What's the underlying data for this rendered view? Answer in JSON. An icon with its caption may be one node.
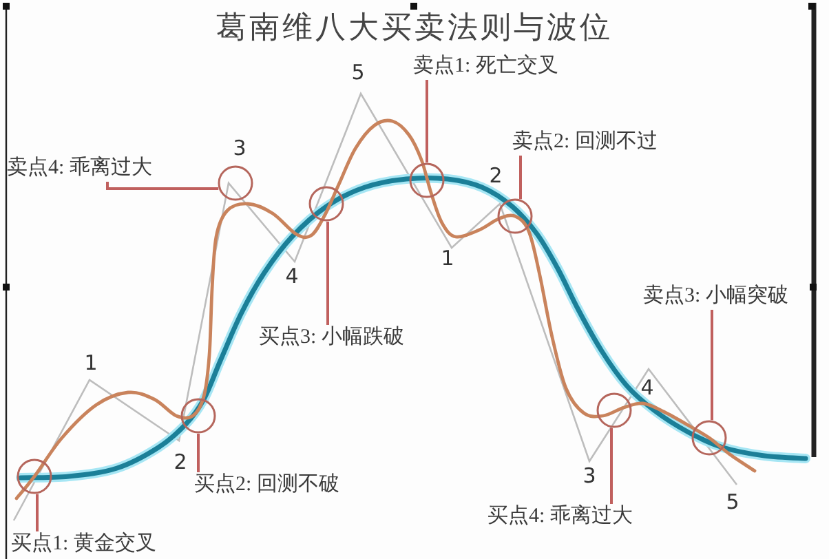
{
  "diagram": {
    "title": "葛南维八大买卖法则与波位",
    "nodes": [
      {
        "text": [
          "卖点1: 死亡交叉"
        ]
      },
      {
        "text": [
          "卖点2: 回测不过"
        ]
      },
      {
        "text": [
          "卖点4: 乖离过大"
        ]
      },
      {
        "text": [
          "卖点3: 小幅突破"
        ]
      },
      {
        "text": [
          "买点3: 小幅跌破"
        ]
      },
      {
        "text": [
          "买点2: 回测不破"
        ]
      },
      {
        "text": [
          "买点4: 乖离过大"
        ]
      },
      {
        "text": [
          "买点1: 黄金交叉"
        ]
      },
      {
        "text": [],
        "shape": "circle"
      },
      {
        "text": [],
        "shape": "circle"
      },
      {
        "text": [],
        "shape": "circle"
      },
      {
        "text": [],
        "shape": "circle"
      },
      {
        "text": [],
        "shape": "circle"
      },
      {
        "text": [],
        "shape": "circle"
      },
      {
        "text": [],
        "shape": "circle"
      },
      {
        "text": [],
        "shape": "circle"
      }
    ],
    "edges": [
      {
        "from": 0,
        "to": 12,
        "arrow": "none"
      },
      {
        "from": 1,
        "to": 13,
        "arrow": "none"
      },
      {
        "from": 2,
        "to": 10,
        "arrow": "none"
      },
      {
        "from": 3,
        "to": 15,
        "arrow": "none"
      },
      {
        "from": 4,
        "to": 11,
        "arrow": "none"
      },
      {
        "from": 5,
        "to": 9,
        "arrow": "none"
      },
      {
        "from": 6,
        "to": 14,
        "arrow": "none"
      },
      {
        "from": 7,
        "to": 8,
        "arrow": "none"
      }
    ],
    "labels": [
      "5",
      "3",
      "2",
      "1",
      "4",
      "1",
      "4",
      "2",
      "3",
      "5"
    ]
  }
}
